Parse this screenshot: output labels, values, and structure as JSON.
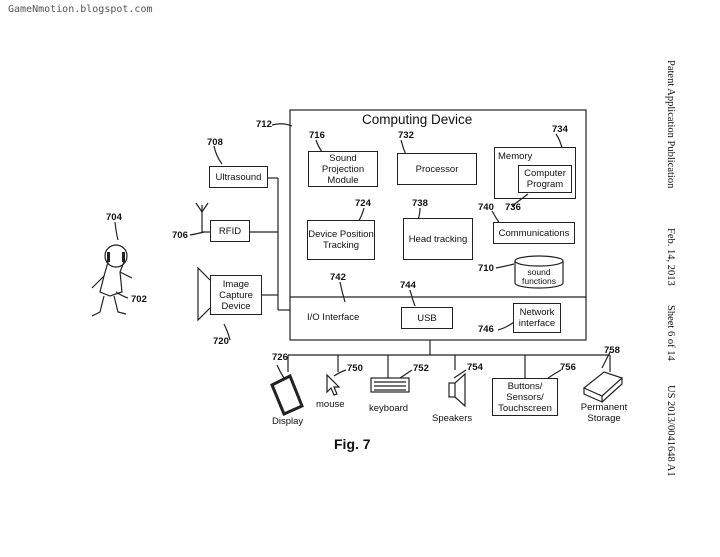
{
  "watermark": "GameNmotion.blogspot.com",
  "header": {
    "publication": "Patent Application Publication",
    "date": "Feb. 14, 2013",
    "sheet": "Sheet 6 of 14",
    "number": "US 2013/0041648 A1"
  },
  "figure_label": "Fig. 7",
  "computing_device": {
    "title": "Computing Device",
    "ref": "712",
    "modules": [
      {
        "ref": "716",
        "label": "Sound Projection Module"
      },
      {
        "ref": "732",
        "label": "Processor"
      },
      {
        "ref": "734",
        "label": "Memory"
      },
      {
        "ref": "736",
        "label": "Computer Program"
      },
      {
        "ref": "724",
        "label": "Device Position Tracking"
      },
      {
        "ref": "738",
        "label": "Head tracking"
      },
      {
        "ref": "740",
        "label": "Communications"
      },
      {
        "ref": "710",
        "label": "sound functions"
      }
    ],
    "io": {
      "ref": "742",
      "label": "I/O Interface"
    },
    "usb": {
      "ref": "744",
      "label": "USB"
    },
    "network": {
      "ref": "746",
      "label": "Network interface"
    }
  },
  "sensors": [
    {
      "ref": "708",
      "label": "Ultrasound"
    },
    {
      "ref": "706",
      "label": "RFID"
    },
    {
      "ref": "720",
      "label": "Image Capture Device"
    }
  ],
  "user": {
    "ref_head": "704",
    "ref_body": "702"
  },
  "peripherals": [
    {
      "ref": "726",
      "label": "Display"
    },
    {
      "ref": "750",
      "label": "mouse"
    },
    {
      "ref": "752",
      "label": "keyboard"
    },
    {
      "ref": "754",
      "label": "Speakers"
    },
    {
      "ref": "756",
      "label": "Buttons/ Sensors/ Touchscreen"
    },
    {
      "ref": "758",
      "label": "Permanent Storage"
    }
  ]
}
